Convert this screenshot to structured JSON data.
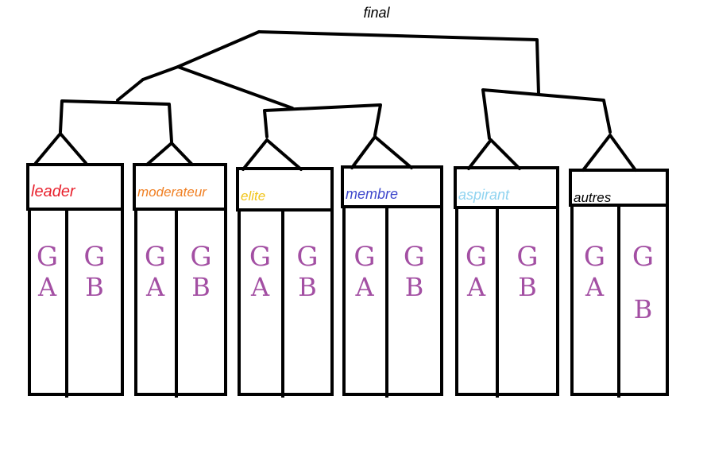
{
  "title": "final",
  "colors": {
    "line": "#000000",
    "handwriting": "#a34fa3",
    "leader": "#e8222e",
    "moderateur": "#f07f22",
    "elite": "#f0c419",
    "membre": "#3f48cc",
    "aspirant": "#8fd3f0",
    "autres": "#000000"
  },
  "groups": [
    {
      "label": "leader",
      "color_key": "leader",
      "columns": [
        {
          "top": "G",
          "bottom": "A"
        },
        {
          "top": "G",
          "bottom": "B"
        }
      ]
    },
    {
      "label": "moderateur",
      "color_key": "moderateur",
      "columns": [
        {
          "top": "G",
          "bottom": "A"
        },
        {
          "top": "G",
          "bottom": "B"
        }
      ]
    },
    {
      "label": "elite",
      "color_key": "elite",
      "columns": [
        {
          "top": "G",
          "bottom": "A"
        },
        {
          "top": "G",
          "bottom": "B"
        }
      ]
    },
    {
      "label": "membre",
      "color_key": "membre",
      "columns": [
        {
          "top": "G",
          "bottom": "A"
        },
        {
          "top": "G",
          "bottom": "B"
        }
      ]
    },
    {
      "label": "aspirant",
      "color_key": "aspirant",
      "columns": [
        {
          "top": "G",
          "bottom": "A"
        },
        {
          "top": "G",
          "bottom": "B"
        }
      ]
    },
    {
      "label": "autres",
      "color_key": "autres",
      "columns": [
        {
          "top": "G",
          "bottom": "A"
        },
        {
          "top": "G",
          "bottom": "B"
        }
      ]
    }
  ]
}
